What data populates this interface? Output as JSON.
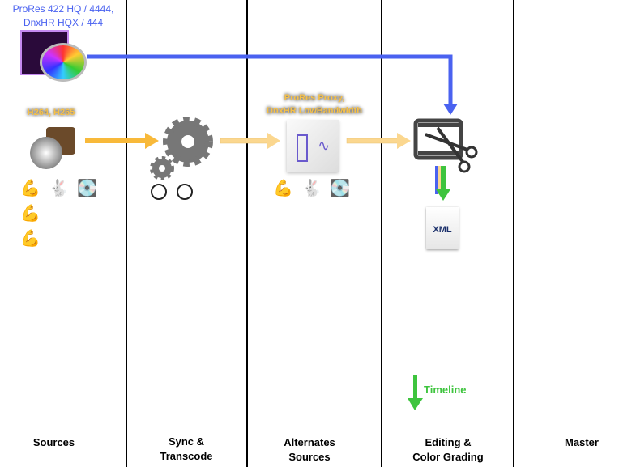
{
  "columns": [
    {
      "label1": "Sources",
      "label2": ""
    },
    {
      "label1": "Sync &",
      "label2": "Transcode"
    },
    {
      "label1": "Alternates",
      "label2": "Sources"
    },
    {
      "label1": "Editing &",
      "label2": "Color Grading"
    },
    {
      "label1": "Master",
      "label2": ""
    }
  ],
  "sources": {
    "master_formats_1": "ProRes 422 HQ / 4444,",
    "master_formats_2": "DnxHR HQX / 444",
    "camera_formats": "H264, H265"
  },
  "alternates": {
    "proxy_formats_1": "ProRes Proxy,",
    "proxy_formats_2": "DnxHR LowBandwidth"
  },
  "editing": {
    "xml_label": "XML",
    "timeline_label": "Timeline"
  },
  "colors": {
    "blue": "#4a62f0",
    "orange": "#f8b93a",
    "light_orange": "#fbd78f",
    "green": "#3ec43e"
  }
}
